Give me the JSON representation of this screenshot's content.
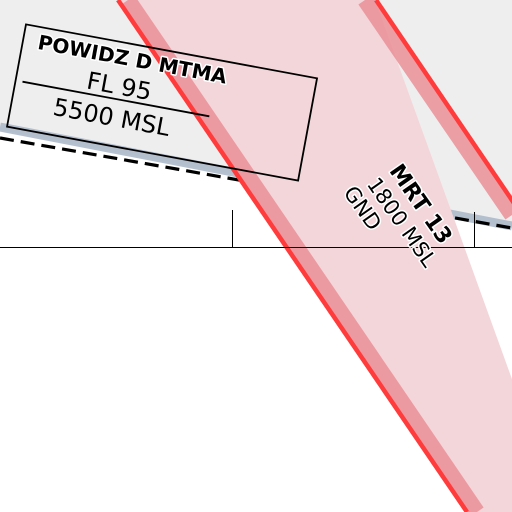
{
  "colors": {
    "background": "#ffffff",
    "tma_fill": "#eeeeef",
    "tma_edge": "#a9b6c8",
    "mrt_fill": "#f3d6d9",
    "mrt_border": "#ff3b3b",
    "mrt_band": "#ea8f96",
    "ink": "#000000"
  },
  "tma": {
    "name": "POWIDZ D MTMA",
    "upper": "FL 95",
    "lower": "5500 MSL"
  },
  "mrt": {
    "name": "MRT 13",
    "upper": "1800 MSL",
    "lower": "GND"
  }
}
